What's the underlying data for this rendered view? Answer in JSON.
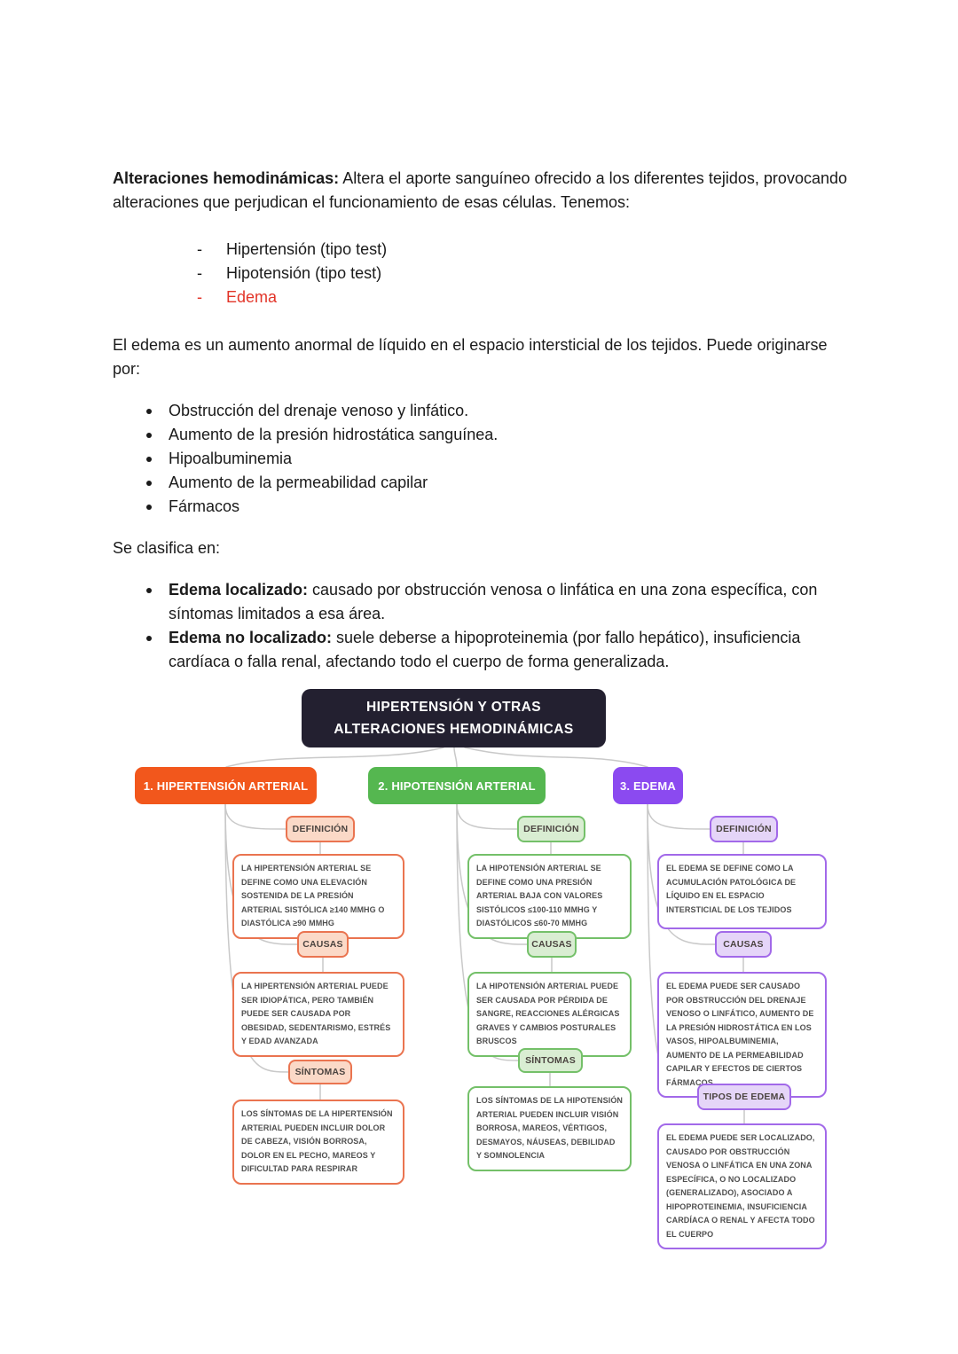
{
  "document": {
    "intro_bold": "Alteraciones hemodinámicas:",
    "intro_rest": " Altera el aporte sanguíneo ofrecido a los diferentes tejidos, provocando alteraciones que perjudican el funcionamiento de esas células. Tenemos:",
    "dash_list": [
      {
        "label": "Hipertensión (tipo test)",
        "color": "#1a1a1a"
      },
      {
        "label": "Hipotensión (tipo test)",
        "color": "#1a1a1a"
      },
      {
        "label": "Edema",
        "color": "#e23428"
      }
    ],
    "edema_paragraph": "El edema es un aumento anormal de líquido en el espacio intersticial de los tejidos. Puede originarse por:",
    "cause_list": [
      "Obstrucción del drenaje venoso y linfático.",
      "Aumento de la presión hidrostática sanguínea.",
      "Hipoalbuminemia",
      "Aumento de la permeabilidad capilar",
      "Fármacos"
    ],
    "classification_intro": "Se clasifica en:",
    "classification_list": [
      {
        "bold": "Edema localizado:",
        "rest": " causado por obstrucción venosa o linfática en una zona específica, con síntomas limitados a esa área."
      },
      {
        "bold": "Edema no localizado:",
        "rest": " suele deberse a hipoproteinemia (por fallo hepático), insuficiencia cardíaca o falla renal, afectando todo el cuerpo de forma generalizada."
      }
    ]
  },
  "mindmap": {
    "connector_color": "#c9c9c9",
    "root": {
      "title_line1": "HIPERTENSIÓN Y OTRAS",
      "title_line2": "ALTERACIONES HEMODINÁMICAS",
      "bg": "#232030",
      "text_color": "#ffffff"
    },
    "branches": [
      {
        "title": "1. HIPERTENSIÓN ARTERIAL",
        "header_bg": "#f2571c",
        "label_bg": "#fbd9c7",
        "border_color": "#ea7450",
        "nodes": [
          {
            "label": "DEFINICIÓN",
            "text": "LA HIPERTENSIÓN ARTERIAL SE DEFINE COMO UNA ELEVACIÓN SOSTENIDA DE LA PRESIÓN ARTERIAL SISTÓLICA ≥140 MMHG O DIASTÓLICA ≥90 MMHG"
          },
          {
            "label": "CAUSAS",
            "text": "LA HIPERTENSIÓN ARTERIAL PUEDE SER IDIOPÁTICA, PERO TAMBIÉN PUEDE SER CAUSADA POR OBESIDAD, SEDENTARISMO, ESTRÉS Y EDAD AVANZADA"
          },
          {
            "label": "SÍNTOMAS",
            "text": "LOS SÍNTOMAS DE LA HIPERTENSIÓN ARTERIAL PUEDEN INCLUIR DOLOR DE CABEZA, VISIÓN BORROSA, DOLOR EN EL PECHO, MAREOS Y DIFICULTAD PARA RESPIRAR"
          }
        ]
      },
      {
        "title": "2. HIPOTENSIÓN ARTERIAL",
        "header_bg": "#55b750",
        "label_bg": "#d9edd2",
        "border_color": "#74c069",
        "nodes": [
          {
            "label": "DEFINICIÓN",
            "text": "LA HIPOTENSIÓN ARTERIAL SE DEFINE COMO UNA PRESIÓN ARTERIAL BAJA CON VALORES SISTÓLICOS ≤100-110 MMHG Y DIASTÓLICOS ≤60-70 MMHG"
          },
          {
            "label": "CAUSAS",
            "text": "LA HIPOTENSIÓN ARTERIAL PUEDE SER CAUSADA POR PÉRDIDA DE SANGRE, REACCIONES ALÉRGICAS GRAVES Y CAMBIOS POSTURALES BRUSCOS"
          },
          {
            "label": "SÍNTOMAS",
            "text": "LOS SÍNTOMAS DE LA HIPOTENSIÓN ARTERIAL PUEDEN INCLUIR VISIÓN BORROSA, MAREOS, VÉRTIGOS, DESMAYOS, NÁUSEAS, DEBILIDAD Y SOMNOLENCIA"
          }
        ]
      },
      {
        "title": "3. EDEMA",
        "header_bg": "#8b4af0",
        "label_bg": "#e5d5f8",
        "border_color": "#a269e9",
        "nodes": [
          {
            "label": "DEFINICIÓN",
            "text": "EL EDEMA SE DEFINE COMO LA ACUMULACIÓN PATOLÓGICA DE LÍQUIDO EN EL ESPACIO INTERSTICIAL DE LOS TEJIDOS"
          },
          {
            "label": "CAUSAS",
            "text": "EL EDEMA PUEDE SER CAUSADO POR OBSTRUCCIÓN DEL DRENAJE VENOSO O LINFÁTICO, AUMENTO DE LA PRESIÓN HIDROSTÁTICA EN LOS VASOS, HIPOALBUMINEMIA, AUMENTO DE LA PERMEABILIDAD CAPILAR Y EFECTOS DE CIERTOS FÁRMACOS"
          },
          {
            "label": "TIPOS DE EDEMA",
            "text": "EL EDEMA PUEDE SER LOCALIZADO, CAUSADO POR OBSTRUCCIÓN VENOSA O LINFÁTICA EN UNA ZONA ESPECÍFICA, O NO LOCALIZADO (GENERALIZADO), ASOCIADO A HIPOPROTEINEMIA, INSUFICIENCIA CARDÍACA O RENAL Y AFECTA TODO EL CUERPO"
          }
        ]
      }
    ]
  }
}
